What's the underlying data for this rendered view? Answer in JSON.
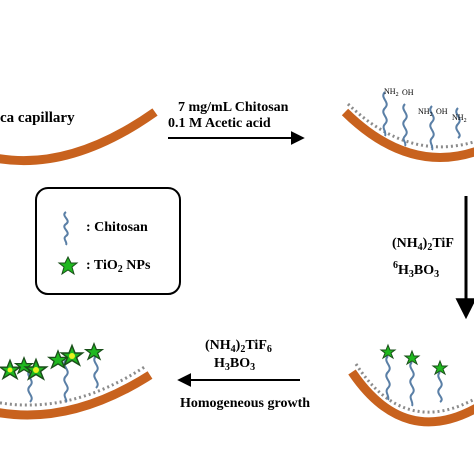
{
  "step1": {
    "capillary_label": "ca capillary",
    "reagent_line1": "7 mg/mL Chitosan",
    "reagent_line2": "0.1 M Acetic acid"
  },
  "surface_groups": {
    "nh2": "NH",
    "nh2_sub": "2",
    "oh": "OH",
    "cut": "OH"
  },
  "legend": {
    "chitosan_label": ": Chitosan",
    "tio2_label_pre": ": TiO",
    "tio2_label_sub": "2",
    "tio2_label_post": " NPs"
  },
  "step2": {
    "reagent_a_open": "(NH",
    "reagent_a_sub": "4",
    "reagent_a_close": ")",
    "reagent_a_sub2": "2",
    "reagent_a_tail": "TiF",
    "reagent_b_sup": "6",
    "reagent_b_pre": "H",
    "reagent_b_sub": "3",
    "reagent_b_tail": "BO",
    "reagent_b_sub2": "3"
  },
  "step3": {
    "reagent_a_open": "(NH",
    "reagent_a_sub": "4",
    "reagent_a_close": ")",
    "reagent_a_sub2": "2",
    "reagent_a_tail": "TiF",
    "reagent_a_sub3": "6",
    "reagent_b_pre": "H",
    "reagent_b_sub": "3",
    "reagent_b_tail": "BO",
    "reagent_b_sub2": "3",
    "process_label": "Homogeneous growth"
  },
  "colors": {
    "capillary": "#c8621e",
    "chitosan": "#5a7fa6",
    "nanoparticle_fill": "#1fb81f",
    "nanoparticle_core": "#e6f21f",
    "nanoparticle_outline": "#1a4f1a",
    "dots": "#8c8c8c"
  }
}
